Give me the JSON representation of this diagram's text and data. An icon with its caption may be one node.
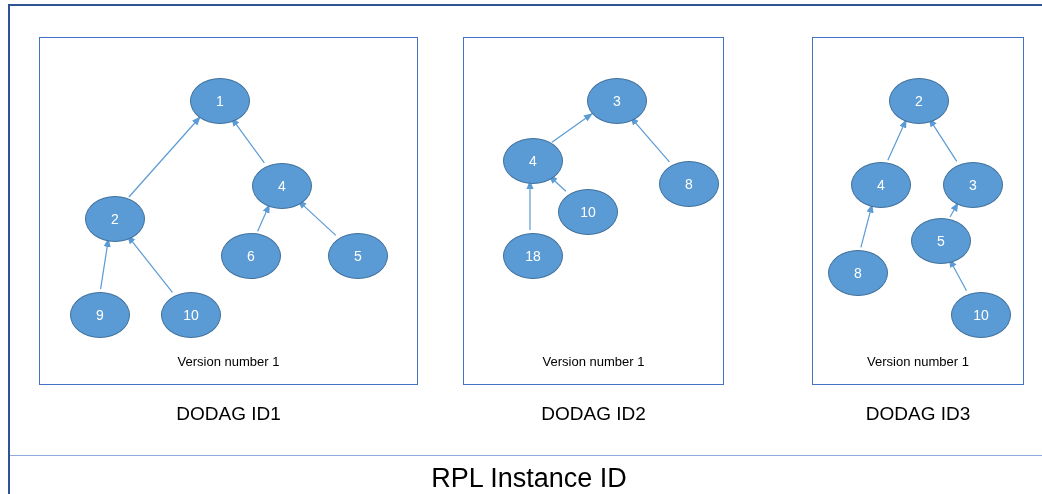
{
  "diagram": {
    "nodes": [
      {
        "text": [
          "RPL Instance ID"
        ]
      },
      {
        "text": [
          "Version number 1"
        ],
        "beside": [
          "DODAG ID1"
        ],
        "in": 0
      },
      {
        "text": [
          "1"
        ],
        "in": 1
      },
      {
        "text": [
          "2"
        ],
        "in": 1
      },
      {
        "text": [
          "4"
        ],
        "in": 1
      },
      {
        "text": [
          "6"
        ],
        "in": 1
      },
      {
        "text": [
          "5"
        ],
        "in": 1
      },
      {
        "text": [
          "9"
        ],
        "in": 1
      },
      {
        "text": [
          "10"
        ],
        "in": 1
      },
      {
        "text": [
          "Version number 1"
        ],
        "beside": [
          "DODAG ID2"
        ],
        "in": 0
      },
      {
        "text": [
          "3"
        ],
        "in": 9
      },
      {
        "text": [
          "4"
        ],
        "in": 9
      },
      {
        "text": [
          "8"
        ],
        "in": 9
      },
      {
        "text": [
          "10"
        ],
        "in": 9
      },
      {
        "text": [
          "18"
        ],
        "in": 9
      },
      {
        "text": [
          "Version number 1"
        ],
        "beside": [
          "DODAG ID3"
        ],
        "in": 0
      },
      {
        "text": [
          "2"
        ],
        "in": 15
      },
      {
        "text": [
          "4"
        ],
        "in": 15
      },
      {
        "text": [
          "3"
        ],
        "in": 15
      },
      {
        "text": [
          "5"
        ],
        "in": 15
      },
      {
        "text": [
          "8"
        ],
        "in": 15
      },
      {
        "text": [
          "10"
        ],
        "in": 15
      }
    ],
    "edges": [
      {
        "from": 3,
        "to": 2,
        "arrow": "to"
      },
      {
        "from": 4,
        "to": 2,
        "arrow": "to"
      },
      {
        "from": 7,
        "to": 3,
        "arrow": "to"
      },
      {
        "from": 8,
        "to": 3,
        "arrow": "to"
      },
      {
        "from": 5,
        "to": 4,
        "arrow": "to"
      },
      {
        "from": 6,
        "to": 4,
        "arrow": "to"
      },
      {
        "from": 11,
        "to": 10,
        "arrow": "to"
      },
      {
        "from": 12,
        "to": 10,
        "arrow": "to"
      },
      {
        "from": 13,
        "to": 11,
        "arrow": "to"
      },
      {
        "from": 14,
        "to": 11,
        "arrow": "to"
      },
      {
        "from": 17,
        "to": 16,
        "arrow": "to"
      },
      {
        "from": 18,
        "to": 16,
        "arrow": "to"
      },
      {
        "from": 20,
        "to": 17,
        "arrow": "to"
      },
      {
        "from": 19,
        "to": 18,
        "arrow": "to"
      },
      {
        "from": 21,
        "to": 19,
        "arrow": "to"
      }
    ]
  }
}
